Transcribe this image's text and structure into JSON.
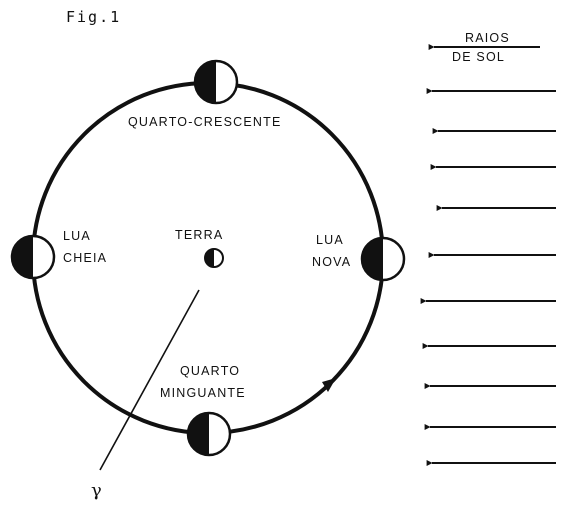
{
  "figure": {
    "caption": "Fig.1"
  },
  "sun": {
    "label_line1": "RAIOS",
    "label_line2": "DE SOL"
  },
  "earth": {
    "label": "TERRA"
  },
  "phases": {
    "first_quarter": "QUARTO-CRESCENTE",
    "full_moon_line1": "LUA",
    "full_moon_line2": "CHEIA",
    "new_moon_line1": "LUA",
    "new_moon_line2": "NOVA",
    "last_quarter_line1": "QUARTO",
    "last_quarter_line2": "MINGUANTE"
  },
  "pointer": {
    "symbol": "γ"
  },
  "colors": {
    "ink": "#111111",
    "paper": "#ffffff"
  }
}
